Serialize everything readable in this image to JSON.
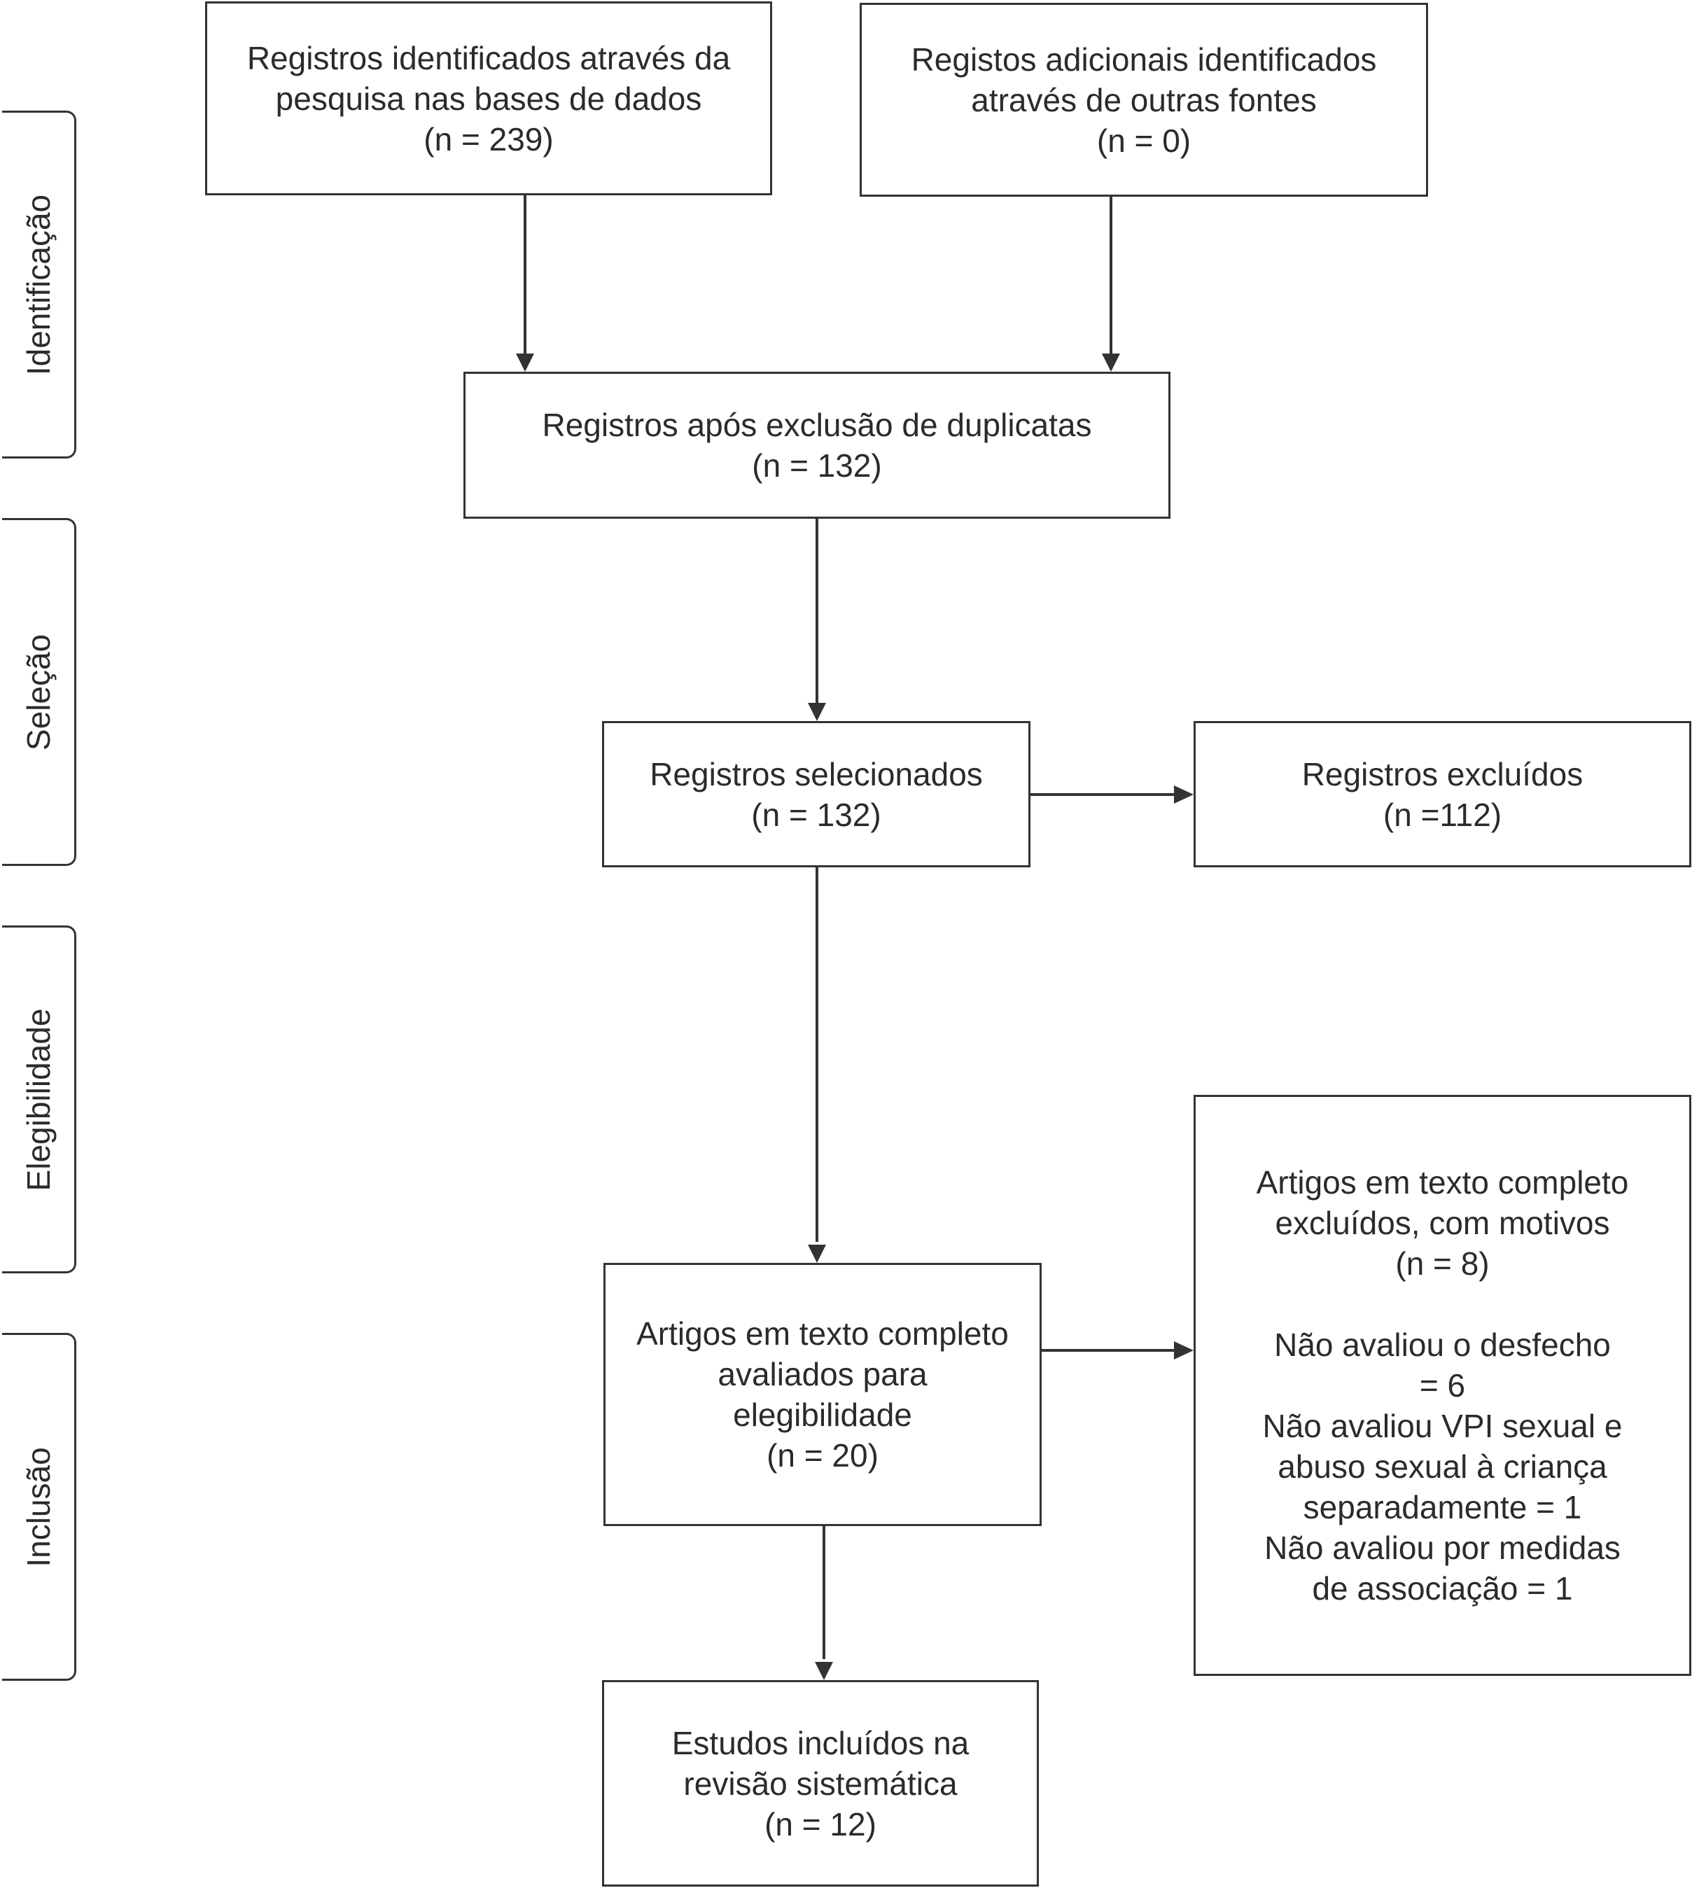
{
  "stages": {
    "identification": "Identificação",
    "selection": "Seleção",
    "eligibility": "Elegibilidade",
    "inclusion": "Inclusão"
  },
  "boxes": {
    "database_records": {
      "lines": [
        "Registros identificados através da",
        "pesquisa nas bases de dados",
        "(n = 239)"
      ]
    },
    "additional_records": {
      "lines": [
        "Registos adicionais identificados",
        "através de outras fontes",
        "(n = 0)"
      ]
    },
    "after_duplicates": {
      "lines": [
        "Registros após exclusão de duplicatas",
        "(n = 132)"
      ]
    },
    "screened": {
      "lines": [
        "Registros selecionados",
        "(n = 132)"
      ]
    },
    "excluded": {
      "lines": [
        "Registros excluídos",
        "(n =112)"
      ]
    },
    "fulltext_assessed": {
      "lines": [
        "Artigos em texto completo",
        "avaliados para",
        "elegibilidade",
        "(n = 20)"
      ]
    },
    "fulltext_excluded": {
      "lines": [
        "Artigos em texto completo",
        "excluídos, com motivos",
        "(n = 8)"
      ],
      "reasons": [
        "Não avaliou o desfecho",
        "= 6",
        "Não avaliou VPI sexual e",
        "abuso sexual à criança",
        "separadamente = 1",
        "Não avaliou por medidas",
        "de associação = 1"
      ]
    },
    "included": {
      "lines": [
        "Estudos incluídos na",
        "revisão sistemática",
        "(n = 12)"
      ]
    }
  },
  "colors": {
    "stroke": "#333333",
    "text": "#2b2b2b",
    "background": "#ffffff"
  }
}
